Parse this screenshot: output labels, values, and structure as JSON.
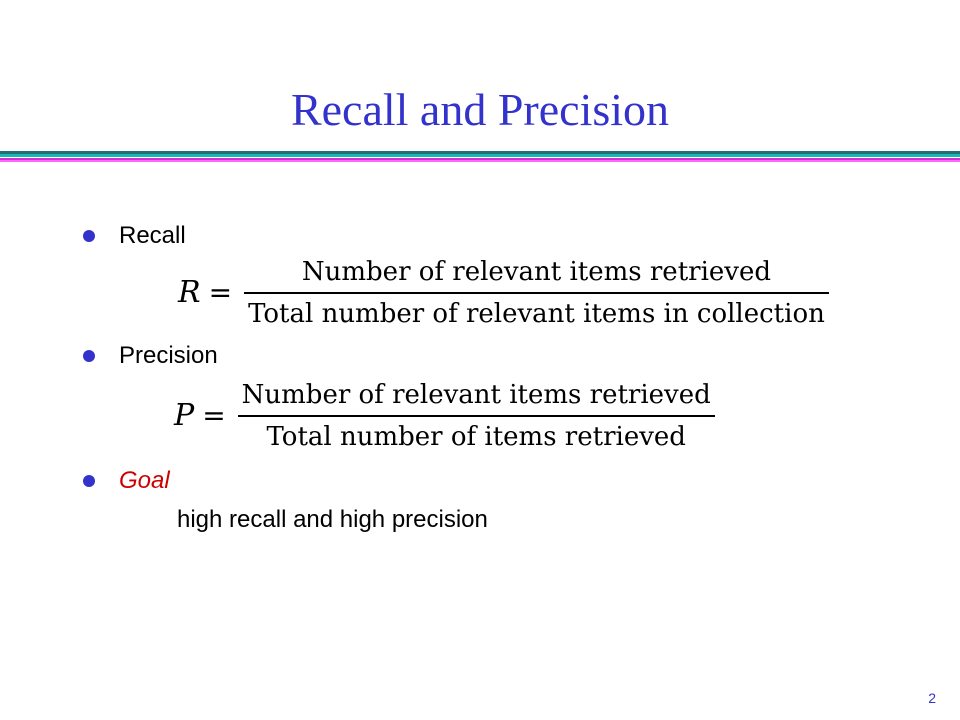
{
  "slide": {
    "title": "Recall and Precision",
    "items": [
      {
        "label": "Recall",
        "formula": {
          "variable": "R",
          "equals": "=",
          "numerator": "Number of relevant items retrieved",
          "denominator": "Total number of relevant items in collection"
        }
      },
      {
        "label": "Precision",
        "formula": {
          "variable": "P",
          "equals": "=",
          "numerator": "Number of relevant items retrieved",
          "denominator": "Total number of items retrieved"
        }
      },
      {
        "label": "Goal",
        "description": "high recall and high precision"
      }
    ],
    "page_number": "2"
  },
  "colors": {
    "title": "#3333cc",
    "bullet": "#3333cc",
    "goal": "#cc0000",
    "rule_teal_dark": "#1f6f73",
    "rule_teal_light": "#1bb4b8",
    "rule_magenta_dark": "#cc33cc",
    "rule_magenta_light": "#ff66ff"
  }
}
